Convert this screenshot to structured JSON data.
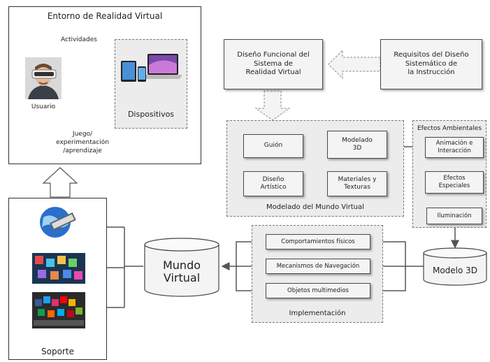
{
  "vr_environment": {
    "title": "Entorno de Realidad Virtual",
    "activities_label": "Actividades",
    "user_label": "Usuario",
    "feedback_label": "Juego/\nexperimentación\n/aprendizaje",
    "devices_label": "Dispositivos"
  },
  "design": {
    "functional": "Diseño Funcional del\nSistema de\nRealidad Virtual",
    "requirements": "Requisitos del Diseño\nSistemático de\nla Instrucción"
  },
  "modeling": {
    "title": "Modelado del Mundo Virtual",
    "script": "Guión",
    "artistic": "Diseño\nArtístico",
    "model3d": "Modelado\n3D",
    "materials": "Materiales y\nTexturas"
  },
  "effects": {
    "title": "Efectos Ambientales",
    "animation": "Animación e\nInteracción",
    "special": "Efectos\nEspeciales",
    "lighting": "Iluminación"
  },
  "implementation": {
    "title": "Implementación",
    "physics": "Comportamientos físicos",
    "navigation": "Mecanismos de Navegación",
    "multimedia": "Objetos multimedios"
  },
  "virtual_world": "Mundo\nVirtual",
  "model_3d": "Modelo 3D",
  "support": {
    "title": "Soporte"
  }
}
